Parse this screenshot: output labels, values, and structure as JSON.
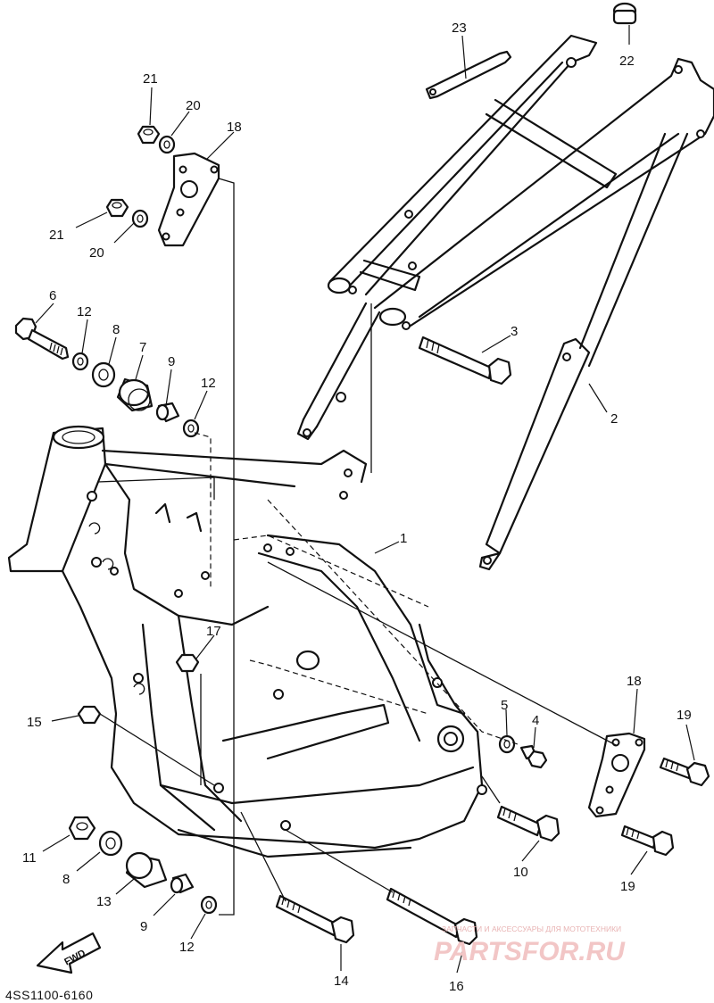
{
  "diagram": {
    "code": "4SS1100-6160",
    "fwd_label": "FWD",
    "watermark": {
      "line1": "ЗАПЧАСТИ И АКСЕССУАРЫ ДЛЯ МОТОТЕХНИКИ",
      "line2": "PARTSFOR.RU"
    },
    "callouts": [
      "1",
      "2",
      "3",
      "4",
      "5",
      "6",
      "7",
      "8",
      "8",
      "9",
      "9",
      "10",
      "11",
      "12",
      "12",
      "12",
      "13",
      "14",
      "15",
      "16",
      "17",
      "18",
      "18",
      "19",
      "19",
      "20",
      "20",
      "21",
      "21",
      "22",
      "23"
    ]
  }
}
